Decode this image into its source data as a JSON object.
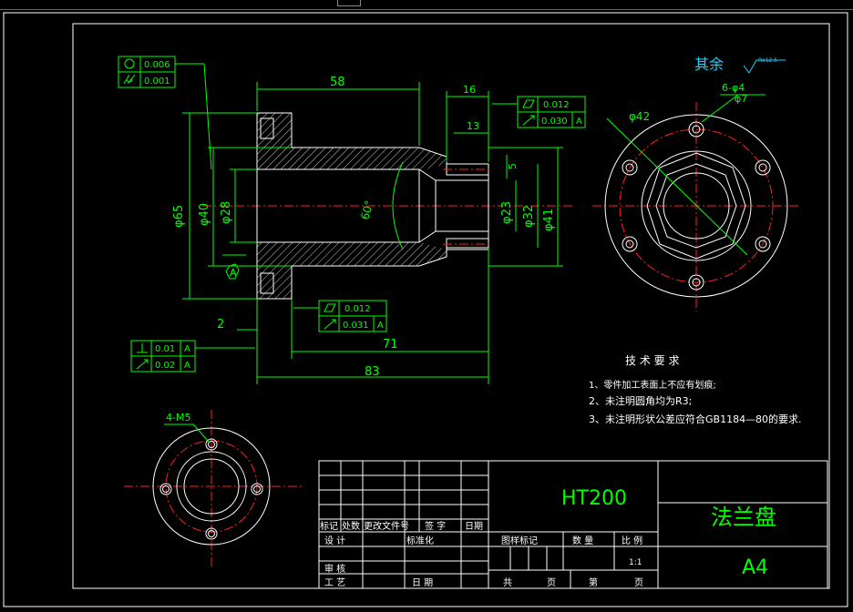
{
  "dimensions": {
    "d58": "58",
    "d16": "16",
    "d13": "13",
    "d5": "5",
    "d65": "φ65",
    "d40": "φ40",
    "d28": "φ28",
    "d23": "φ23",
    "d32": "φ32",
    "d41": "φ41",
    "angle": "60°",
    "d2": "2",
    "d71": "71",
    "d83": "83",
    "holes_side": "4-M5",
    "holes_front": "6-φ4",
    "hole_cbore": "φ7",
    "pcd": "φ42",
    "datum": "A"
  },
  "tolerances": {
    "fcf_top_left": [
      {
        "symbol": "circularity",
        "value": "0.006",
        "datum": ""
      },
      {
        "symbol": "cylindricity",
        "value": "0.001",
        "datum": ""
      }
    ],
    "fcf_top_right": [
      {
        "symbol": "flatness",
        "value": "0.012",
        "datum": ""
      },
      {
        "symbol": "runout",
        "value": "0.030",
        "datum": "A"
      }
    ],
    "fcf_mid": [
      {
        "symbol": "flatness",
        "value": "0.012",
        "datum": ""
      },
      {
        "symbol": "runout",
        "value": "0.031",
        "datum": "A"
      }
    ],
    "fcf_bottom": [
      {
        "symbol": "perpendicularity",
        "value": "0.01",
        "datum": "A"
      },
      {
        "symbol": "runout",
        "value": "0.02",
        "datum": "A"
      }
    ]
  },
  "surface_note": {
    "text": "其余",
    "roughness": "Ra12.5"
  },
  "tech_requirements": {
    "title": "技 术 要 求",
    "items": [
      "1、零件加工表面上不应有划痕;",
      "2、未注明圆角均为R3;",
      "3、未注明形状公差应符合GB1184—80的要求."
    ]
  },
  "title_block": {
    "material": "HT200",
    "part_name": "法兰盘",
    "sheet_size": "A4",
    "scale": "1:1",
    "labels": {
      "biaoji": "标记",
      "chushu": "处数",
      "wenjian": "更改文件号",
      "qianzi": "签 字",
      "riqi": "日期",
      "sheji": "设 计",
      "biaozhunhua": "标准化",
      "shenhe": "审 核",
      "gongyi": "工 艺",
      "riqi2": "日 期",
      "tuyang": "图样标记",
      "shuliang": "数 量",
      "bili": "比 例",
      "gong": "共",
      "ye1": "页",
      "di": "第",
      "ye2": "页"
    }
  }
}
